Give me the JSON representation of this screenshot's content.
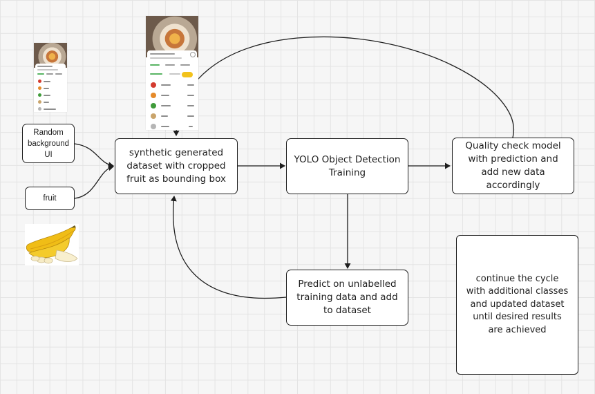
{
  "nodes": {
    "random_ui": "Random background UI",
    "fruit": "fruit",
    "synthetic": "synthetic generated dataset with cropped fruit as bounding box",
    "yolo": "YOLO Object Detection Training",
    "quality": "Quality check model with prediction and add new data accordingly",
    "predict": "Predict on unlabelled training data and add to dataset",
    "note": "continue the cycle with additional classes and updated dataset until desired results are achieved"
  },
  "colors": {
    "stroke": "#1e1e1e",
    "grid": "#e4e4e4",
    "background": "#f6f6f6",
    "banana": "#f2c21b"
  }
}
